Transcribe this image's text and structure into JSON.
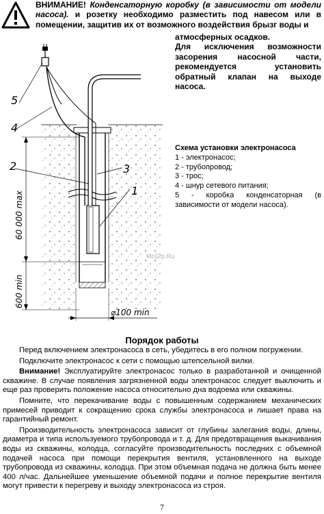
{
  "warning": {
    "lead": "ВНИМАНИЕ!",
    "italic": "Конденсаторную коробку (в зависимости от модели насоса).",
    "rest": " и розетку необходимо разместить под навесом или в помещении, защитив их от возможного воздействия брызг воды и атмосферных осадков.",
    "top_text_part": " и розетку необходимо разместить под навесом или в помещении, защитив их от возможного воздействия брызг воды и",
    "side_line1": "атмосферных осадков.",
    "side_rest": "Для исключения возможности засорения насосной части, рекомендуется установить обратный клапан на выходе насоса."
  },
  "diagram": {
    "callouts": [
      "5",
      "4",
      "2",
      "3",
      "1"
    ],
    "dim_vertical_1": "60 000 max",
    "dim_vertical_2": "600 min",
    "dim_diameter": "⌀100 min"
  },
  "legend": {
    "title": "Схема установки электронасоса",
    "items": [
      "1 - электронасос;",
      "2 - трубопровод;",
      "3 - трос;",
      "4 - шнур сетевого питания;",
      "5 - коробка конденсаторная (в зависимости от модели насоса)."
    ]
  },
  "watermark": "McGrp.Ru",
  "section": {
    "title": "Порядок работы",
    "p1": "Перед включением электронасоса в сеть, убедитесь в его полном погружении.",
    "p2": "Подключите электронасос к сети с помощью штепсельной вилки.",
    "p3_lead": "Внимание!",
    "p3_rest": " Эксплуатируйте электронасос только в разработанной и очищенной скважине. В случае появления загрязненной воды электронасос следует выключить и еще раз проверить положение насоса относительно дна водоема или скважины.",
    "p4": "Помните, что перекачивание воды с повышенным содержанием механических примесей приводит к сокращению срока службы электронасоса и лишает права на гарантийный ремонт.",
    "p5": "Производительность электронасоса зависит от глубины залегания воды, длины, диаметра и типа используемого трубопровода и т. д. Для предотвращения выкачивания воды из скважины, колодца, согласуйте производительность последних с объемной подачей насоса при помощи перекрытия вентиля, установленного на выходе трубопровода из скважины, колодца. При этом объемная подача не должна быть менее 400 л/час. Дальнейшее уменьшение объемной подачи и полное перекрытие вентиля могут привести к перегреву и выходу электронасоса из строя."
  },
  "page_number": "7"
}
